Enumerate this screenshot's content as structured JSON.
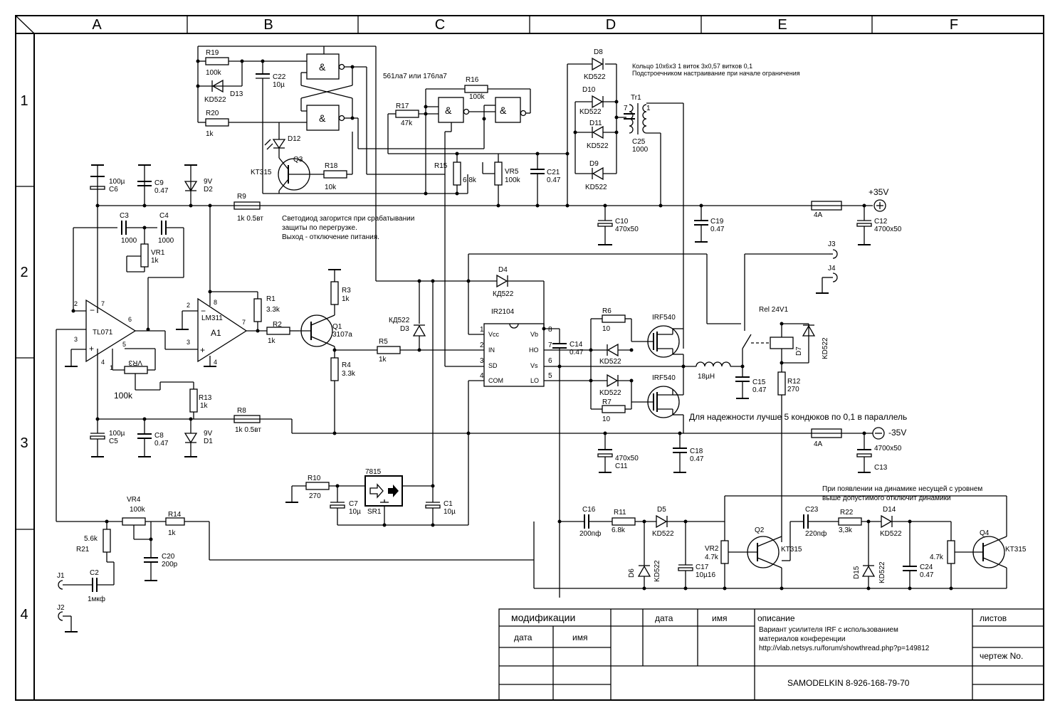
{
  "frame": {
    "columns": [
      "A",
      "B",
      "C",
      "D",
      "E",
      "F"
    ],
    "rows": [
      "1",
      "2",
      "3",
      "4"
    ]
  },
  "notes": {
    "logic_chip": "561ла7 или 176ла7",
    "ring_line1": "Кольцо 10х6х3 1 виток 3х0,57 витков 0,1",
    "ring_line2": "Подстроечником настраивание при начале ограничения",
    "led_line1": "Светодиод загорится при срабатывании",
    "led_line2": "защиты по перегрузке.",
    "led_line3": "Выход - отключение питания.",
    "caps_note": "Для надежности лучше 5 кондюков по 0,1 в параллель",
    "dc_line1": "При появлении на динамике несущей с уровнем",
    "dc_line2": "выше допустимого отключит динамики"
  },
  "components": {
    "r19": "R19",
    "r19v": "100k",
    "d13": "D13",
    "d13v": "KD522",
    "r20": "R20",
    "r20v": "1k",
    "c22": "C22",
    "c22v": "10µ",
    "d12": "D12",
    "q3": "Q3",
    "q3v": "KT315",
    "r18": "R18",
    "r18v": "10k",
    "r17": "R17",
    "r17v": "47k",
    "r16": "R16",
    "r16v": "100k",
    "r15": "R15",
    "r15v": "6,8k",
    "vr5": "VR5",
    "vr5v": "100k",
    "c21": "C21",
    "c21v": "0.47",
    "d8": "D8",
    "d8v": "KD522",
    "d10": "D10",
    "d10v": "KD522",
    "d11": "D11",
    "d11v": "KD522",
    "d9": "D9",
    "d9v": "KD522",
    "tr1": "Tr1",
    "tr1a": "7",
    "tr1b": "1",
    "c25": "C25",
    "c25v": "1000",
    "c6": "C6",
    "c6v": "100µ",
    "c9": "C9",
    "c9v": "0.47",
    "d2": "D2",
    "d2v": "9V",
    "r9": "R9",
    "r9v": "1k 0.5вт",
    "c10": "C10",
    "c10v": "470х50",
    "c19": "C19",
    "c19v": "0.47",
    "fuse1": "4A",
    "vplus": "+35V",
    "c12": "C12",
    "c12v": "4700х50",
    "c3": "C3",
    "c3v": "1000",
    "c4": "C4",
    "c4v": "1000",
    "vr1": "VR1",
    "vr1v": "1k",
    "tl071": "TL071",
    "lm311": "LM311",
    "a1": "A1",
    "r1": "R1",
    "r1v": "3.3k",
    "r3": "R3",
    "r3v": "1k",
    "q1": "Q1",
    "q1v": "3107a",
    "r2": "R2",
    "r2v": "1k",
    "r4": "R4",
    "r4v": "3.3k",
    "vr3": "VR3",
    "vr3v": "100k",
    "r5": "R5",
    "r5v": "1k",
    "d3": "D3",
    "d3v": "КД522",
    "d4": "D4",
    "d4v": "КД522",
    "ir2104": "IR2104",
    "pin_vcc": "Vcc",
    "pin_in": "IN",
    "pin_sd": "SD",
    "pin_com": "COM",
    "pin_vb": "Vb",
    "pin_ho": "HO",
    "pin_vs": "Vs",
    "pin_lo": "LO",
    "c14": "C14",
    "c14v": "0.47",
    "r6": "R6",
    "r6v": "10",
    "r7": "R7",
    "r7v": "10",
    "irf1": "IRF540",
    "irf2": "IRF540",
    "d522a": "KD522",
    "d522b": "KD522",
    "l1v": "18µH",
    "c15": "C15",
    "c15v": "0.47",
    "j3": "J3",
    "j4": "J4",
    "rel": "Rel 24V1",
    "d7": "D7",
    "d7v": "KD522",
    "r12": "R12",
    "r12v": "270",
    "r13": "R13",
    "r13v": "1k",
    "c5": "C5",
    "c5v": "100µ",
    "c8": "C8",
    "c8v": "0.47",
    "d1": "D1",
    "d1v": "9V",
    "r8": "R8",
    "r8v": "1k  0.5вт",
    "c11": "C11",
    "c11v": "470х50",
    "c18": "C18",
    "c18v": "0.47",
    "fuse2": "4A",
    "vminus": "-35V",
    "c13": "C13",
    "c13v": "4700х50",
    "r10": "R10",
    "r10v": "270",
    "reg": "7815",
    "sr1": "SR1",
    "c7": "C7",
    "c7v": "10µ",
    "c1": "C1",
    "c1v": "10µ",
    "vr4": "VR4",
    "vr4v": "100k",
    "r14": "R14",
    "r14v": "1k",
    "r21": "R21",
    "r21v": "5.6k",
    "c20": "C20",
    "c20v": "200p",
    "j1": "J1",
    "j2": "J2",
    "c2": "C2",
    "c2v": "1мкф",
    "c16": "C16",
    "c16v": "200пф",
    "r11": "R11",
    "r11v": "6.8k",
    "d5": "D5",
    "d5v": "KD522",
    "d6": "D6",
    "d6v": "KD522",
    "c17": "C17",
    "c17v": "10µ16",
    "vr2": "VR2",
    "vr2v": "4.7k",
    "q2": "Q2",
    "q2v": "KT315",
    "c23": "C23",
    "c23v": "220пф",
    "r22": "R22",
    "r22v": "3,3k",
    "d14": "D14",
    "d14v": "KD522",
    "d15": "D15",
    "d15v": "KD522",
    "c24": "C24",
    "c24v": "0.47",
    "r47k": "4.7k",
    "q4": "Q4",
    "q4v": "KT315",
    "pin2": "2",
    "pin3": "3",
    "pin7": "7",
    "pin6": "6",
    "pin4": "4",
    "pin1": "1",
    "pin5": "5",
    "pin8": "8",
    "ic1": "1",
    "ic2": "2",
    "ic3": "3",
    "ic4": "4",
    "ic5": "5",
    "ic6": "6",
    "ic7": "7",
    "ic8": "8"
  },
  "title_block": {
    "modifications": "модификации",
    "date1": "дата",
    "name1": "имя",
    "date2": "дата",
    "name2": "имя",
    "description_label": "описание",
    "desc1": "Вариант усилителя IRF с использованием",
    "desc2": "материалов конференции",
    "desc3": "http://vlab.netsys.ru/forum/showthread.php?p=149812",
    "sheets": "листов",
    "drawing_no": "чертеж No.",
    "author": "SAMODELKIN 8-926-168-79-70"
  }
}
